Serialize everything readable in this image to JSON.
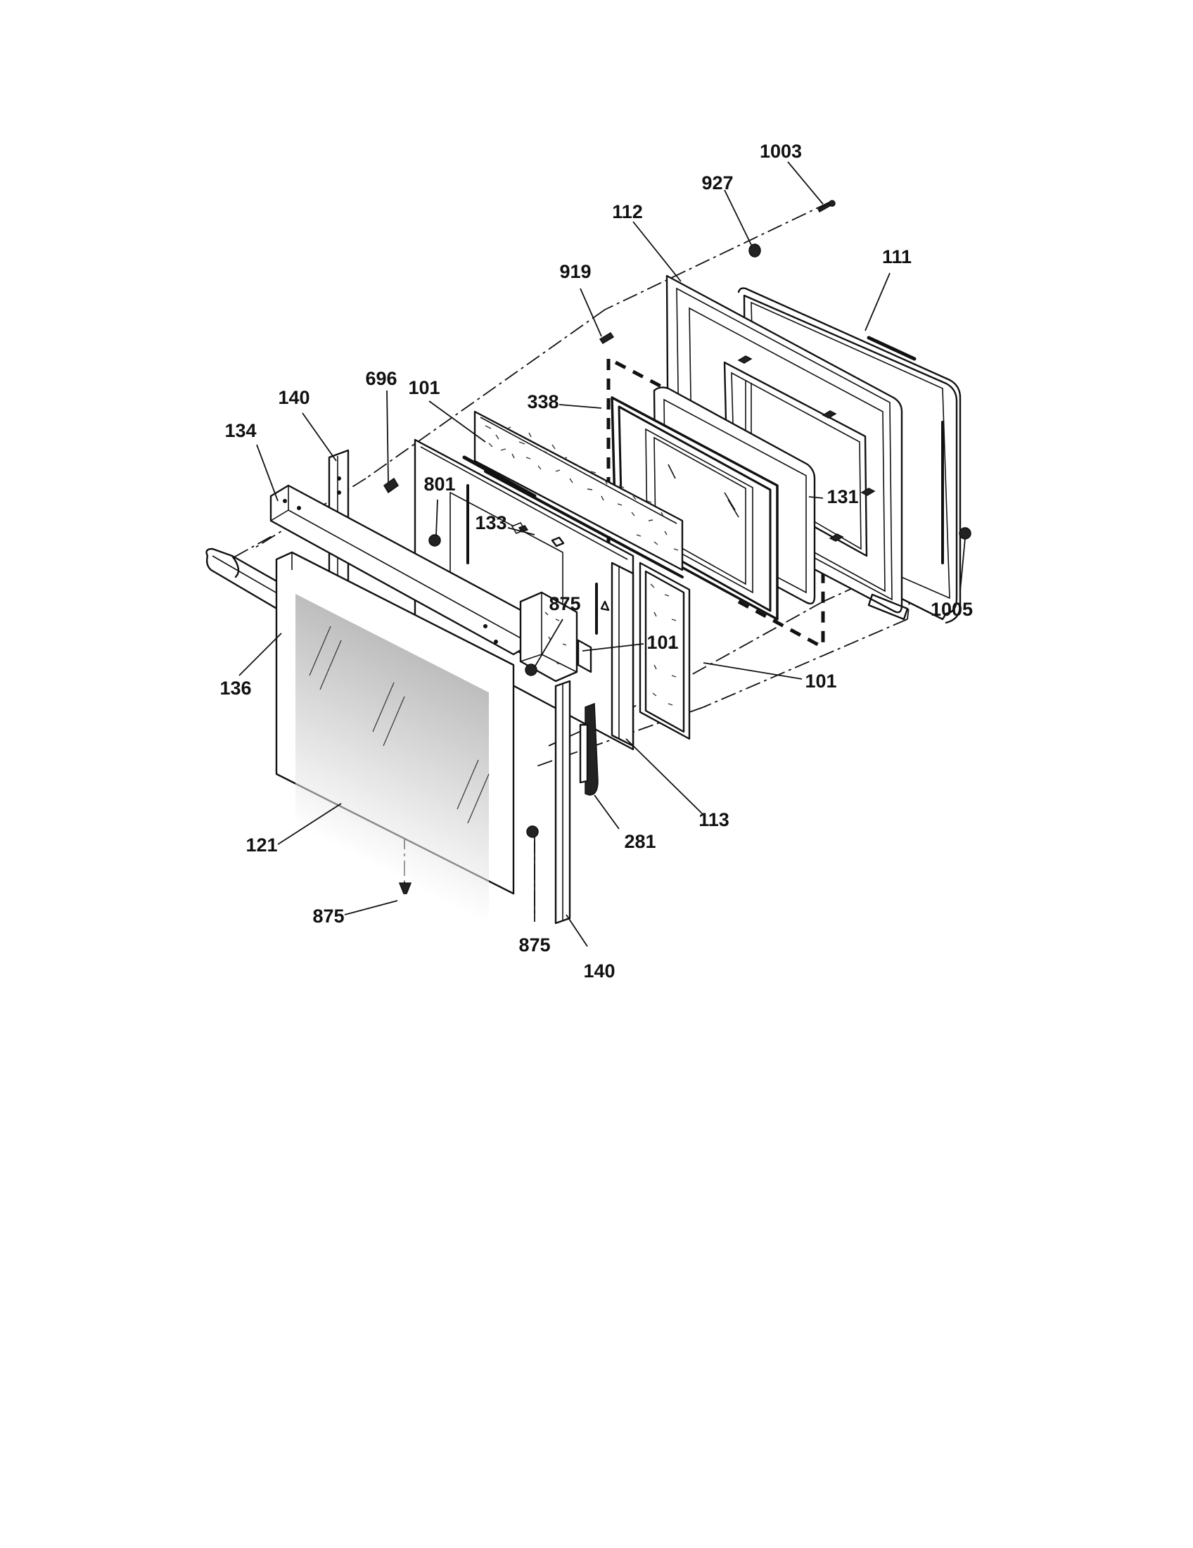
{
  "diagram": {
    "title": "",
    "labels": [
      {
        "id": "l1003",
        "text": "1003"
      },
      {
        "id": "l927",
        "text": "927"
      },
      {
        "id": "l112",
        "text": "112"
      },
      {
        "id": "l111",
        "text": "111"
      },
      {
        "id": "l919",
        "text": "919"
      },
      {
        "id": "l338",
        "text": "338"
      },
      {
        "id": "l696",
        "text": "696"
      },
      {
        "id": "l140a",
        "text": "140"
      },
      {
        "id": "l101a",
        "text": "101"
      },
      {
        "id": "l134",
        "text": "134"
      },
      {
        "id": "l801",
        "text": "801"
      },
      {
        "id": "l133",
        "text": "133"
      },
      {
        "id": "l131",
        "text": "131"
      },
      {
        "id": "l1005",
        "text": "1005"
      },
      {
        "id": "l875a",
        "text": "875"
      },
      {
        "id": "l101b",
        "text": "101"
      },
      {
        "id": "l101c",
        "text": "101"
      },
      {
        "id": "l136",
        "text": "136"
      },
      {
        "id": "l113",
        "text": "113"
      },
      {
        "id": "l281",
        "text": "281"
      },
      {
        "id": "l121",
        "text": "121"
      },
      {
        "id": "l875b",
        "text": "875"
      },
      {
        "id": "l875c",
        "text": "875"
      },
      {
        "id": "l140b",
        "text": "140"
      }
    ]
  }
}
